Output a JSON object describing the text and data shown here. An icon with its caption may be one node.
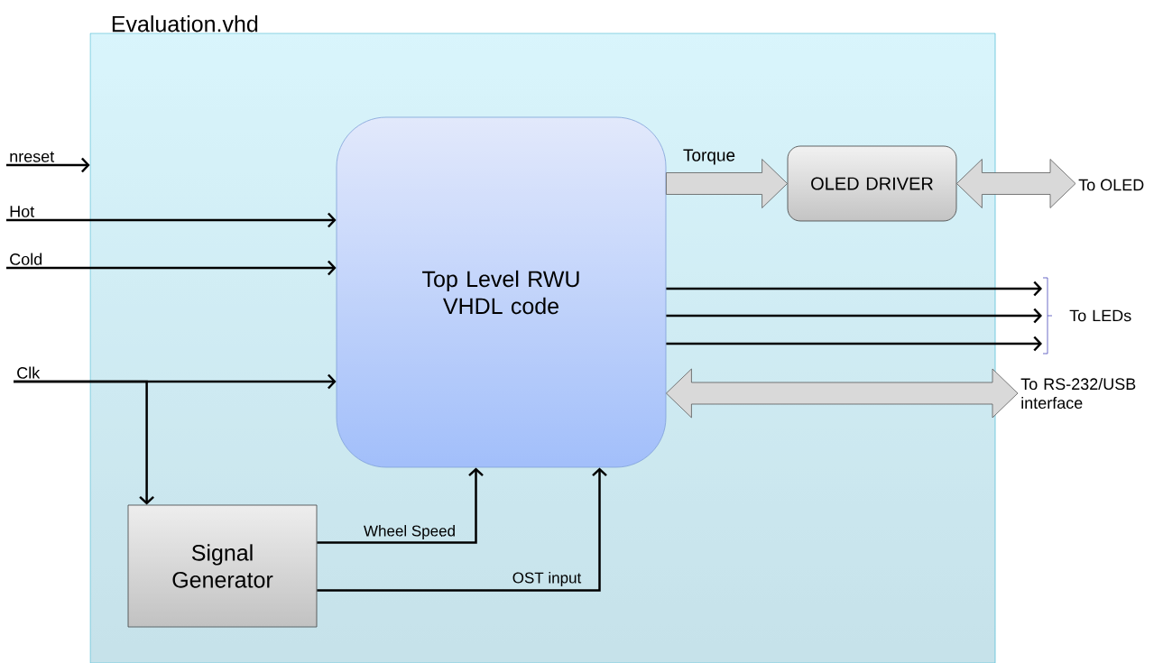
{
  "diagram": {
    "nodes": [
      {
        "text": [
          "Evaluation.vhd"
        ]
      },
      {
        "text": [
          "nreset"
        ]
      },
      {
        "text": [
          "Hot"
        ]
      },
      {
        "text": [
          "Cold"
        ]
      },
      {
        "text": [
          "Clk"
        ]
      },
      {
        "text": [
          "Top Level RWU VHDL code"
        ],
        "in": 0
      },
      {
        "text": [
          "OLED DRIVER"
        ],
        "in": 0
      },
      {
        "text": [
          "Signal Generator"
        ],
        "in": 0
      },
      {
        "text": [
          "To  OLED"
        ]
      },
      {
        "text": [
          "To LEDs"
        ]
      },
      {
        "text": [
          "To RS-232/USB interface"
        ]
      }
    ],
    "edges": [
      {
        "from": 1,
        "to": 0,
        "arrow": "to"
      },
      {
        "from": 2,
        "to": 5,
        "arrow": "to"
      },
      {
        "from": 3,
        "to": 5,
        "arrow": "to"
      },
      {
        "from": 4,
        "to": 5,
        "arrow": "to"
      },
      {
        "from": 4,
        "to": 7,
        "arrow": "to"
      },
      {
        "from": 5,
        "to": 6,
        "arrow": "to",
        "label": "Torque",
        "style": "thick",
        "color": "#d9d9d9"
      },
      {
        "from": 6,
        "to": 8,
        "arrow": "both",
        "style": "thick",
        "color": "#d9d9d9"
      },
      {
        "from": 5,
        "to": 9,
        "arrow": "to"
      },
      {
        "from": 5,
        "to": 9,
        "arrow": "to"
      },
      {
        "from": 5,
        "to": 9,
        "arrow": "to"
      },
      {
        "from": 5,
        "to": 10,
        "arrow": "both",
        "style": "thick",
        "color": "#d9d9d9"
      },
      {
        "from": 7,
        "to": 5,
        "arrow": "to",
        "label": "Wheel Speed"
      },
      {
        "from": 7,
        "to": 5,
        "arrow": "to",
        "label": "OST input"
      }
    ]
  }
}
